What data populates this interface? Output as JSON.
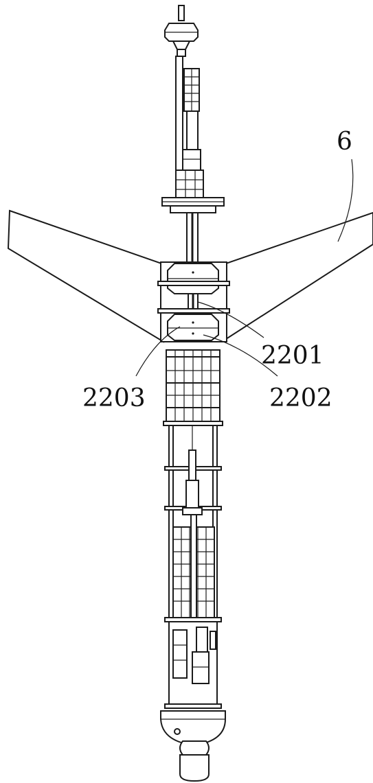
{
  "figure": {
    "labels": {
      "part_6": "6",
      "part_2201": "2201",
      "part_2202": "2202",
      "part_2203": "2203"
    },
    "colors": {
      "line": "#1a1a1a",
      "background": "#ffffff"
    }
  }
}
